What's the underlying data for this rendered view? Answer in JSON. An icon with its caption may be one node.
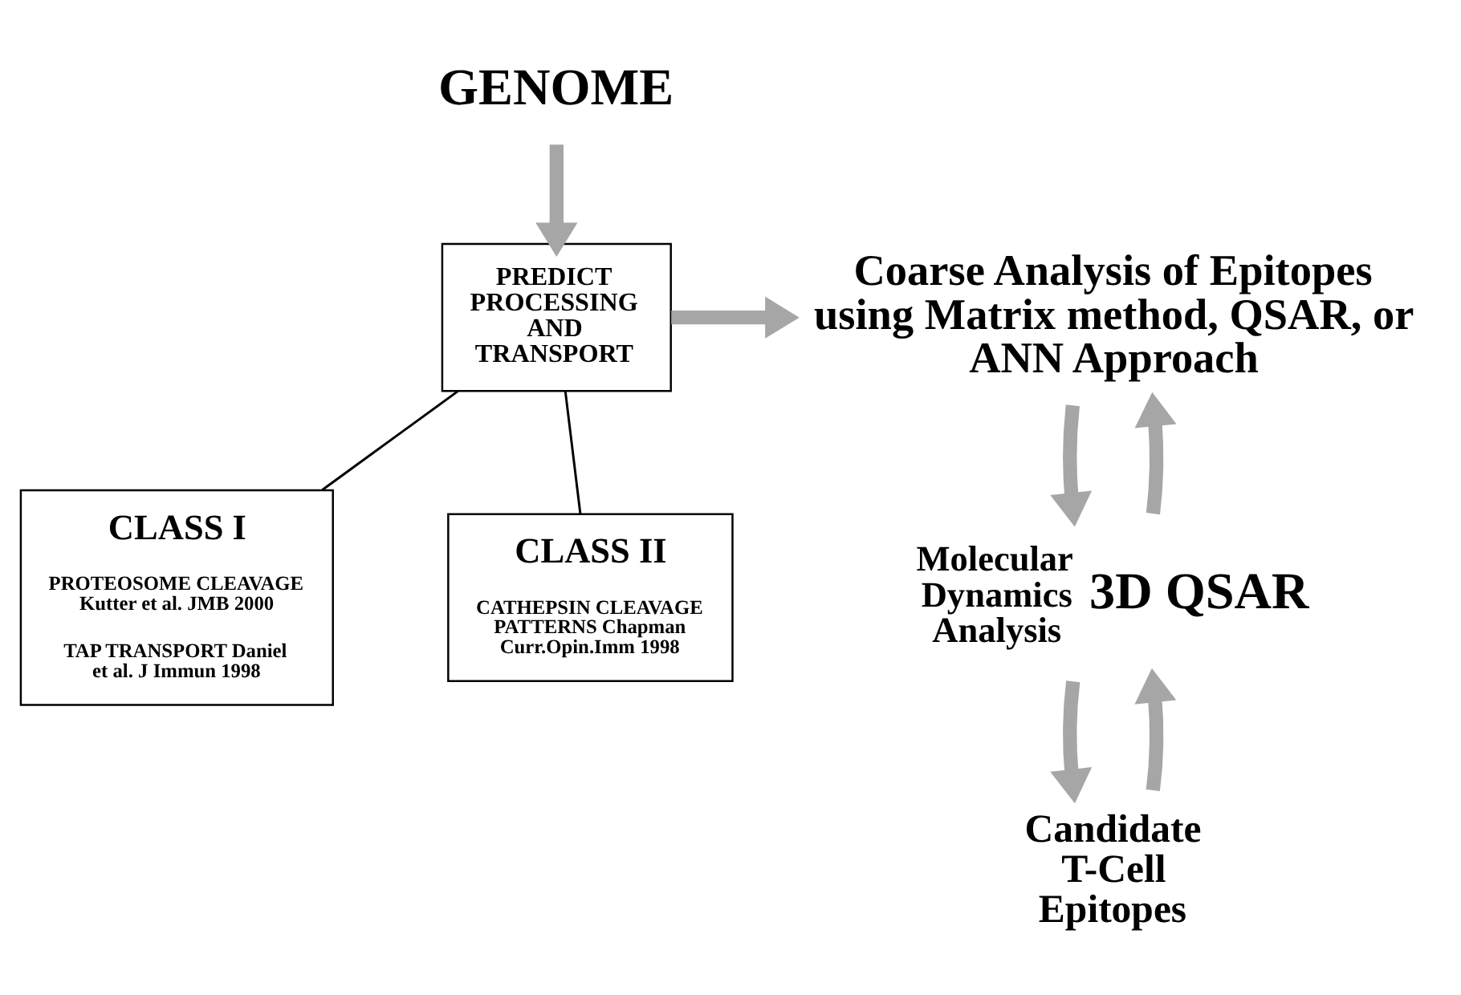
{
  "diagram": {
    "nodes": [
      {
        "text": [
          "GENOME"
        ]
      },
      {
        "text": [
          "PREDICT PROCESSING AND TRANSPORT"
        ]
      },
      {
        "text": [
          "CLASS I",
          "PROTEOSOME CLEAVAGE Kutter et al. JMB 2000",
          "TAP TRANSPORT Daniel et al. J Immun 1998"
        ]
      },
      {
        "text": [
          "CLASS II",
          "CATHEPSIN CLEAVAGE PATTERNS Chapman Curr.Opin.Imm 1998"
        ]
      },
      {
        "text": [
          "Coarse Analysis of Epitopes using Matrix method, QSAR, or ANN Approach"
        ]
      },
      {
        "text": [
          "Molecular Dynamics Analysis",
          "3D QSAR"
        ]
      },
      {
        "text": [
          "Candidate T-Cell Epitopes"
        ]
      }
    ],
    "edges": [
      {
        "from": 0,
        "to": 1,
        "arrow": "to"
      },
      {
        "from": 1,
        "to": 2,
        "arrow": "none",
        "color": "#000000"
      },
      {
        "from": 1,
        "to": 3,
        "arrow": "none",
        "color": "#000000"
      },
      {
        "from": 1,
        "to": 4,
        "arrow": "to"
      },
      {
        "from": 4,
        "to": 5,
        "arrow": "to"
      },
      {
        "from": 5,
        "to": 4,
        "arrow": "to"
      },
      {
        "from": 5,
        "to": 6,
        "arrow": "to"
      },
      {
        "from": 6,
        "to": 5,
        "arrow": "to"
      }
    ]
  }
}
